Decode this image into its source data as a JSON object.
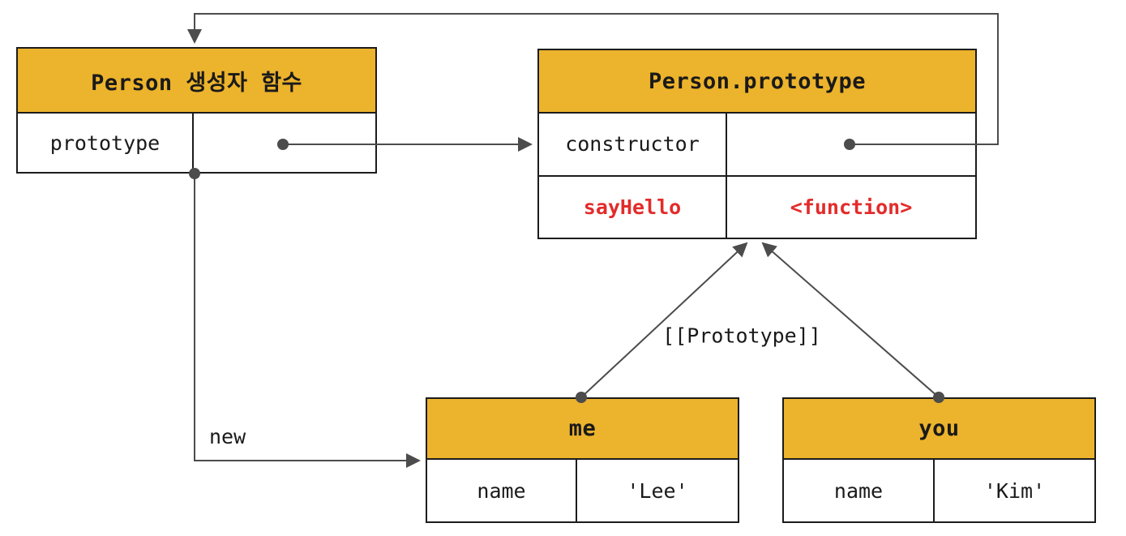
{
  "boxes": {
    "person_constructor": {
      "header": "Person 생성자 함수",
      "rows": [
        {
          "key": "prototype",
          "value": ""
        }
      ]
    },
    "person_prototype": {
      "header": "Person.prototype",
      "rows": [
        {
          "key": "constructor",
          "value": ""
        },
        {
          "key": "sayHello",
          "value": "<function>"
        }
      ]
    },
    "me": {
      "header": "me",
      "rows": [
        {
          "key": "name",
          "value": "'Lee'"
        }
      ]
    },
    "you": {
      "header": "you",
      "rows": [
        {
          "key": "name",
          "value": "'Kim'"
        }
      ]
    }
  },
  "labels": {
    "prototype_internal_slot": "[[Prototype]]",
    "new_keyword": "new"
  },
  "colors": {
    "header_fill": "#ECB32C",
    "box_border": "#1c1c1c",
    "arrow": "#4c4c4c",
    "text": "#1a1a1a",
    "highlight": "#E32B2B"
  }
}
